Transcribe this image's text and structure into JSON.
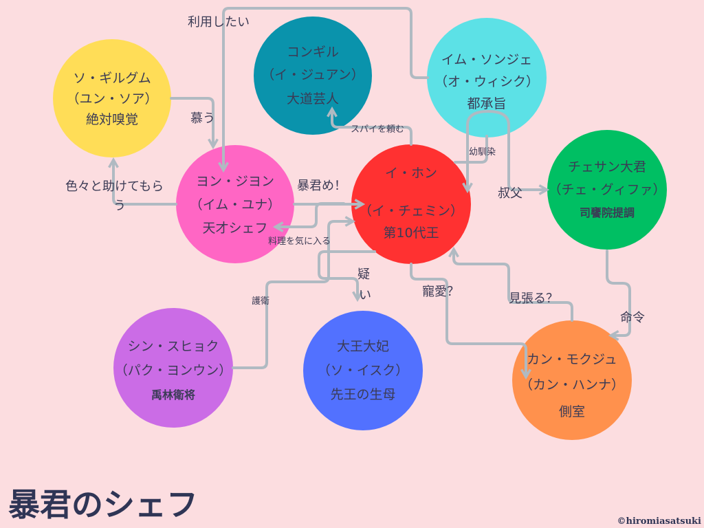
{
  "title": "暴君のシェフ",
  "credit": "©hiromiasatsuki",
  "nodes": {
    "gilgeum": {
      "l1": "ソ・ギルグム",
      "l2": "（ユン・ソア）",
      "l3": "絶対嗅覚",
      "color": "#FFDD57"
    },
    "kongil": {
      "l1": "コンギル",
      "l2": "（イ・ジュアン）",
      "l3": "大道芸人",
      "color": "#0A93AC"
    },
    "sonje": {
      "l1": "イム・ソンジェ",
      "l2": "（オ・ウィシク）",
      "l3": "都承旨",
      "color": "#5CE1E6"
    },
    "jiyong": {
      "l1": "ヨン・ジヨン",
      "l2": "（イム・ユナ）",
      "l3": "天才シェフ",
      "color": "#FF66C4"
    },
    "hong": {
      "l1": "イ・ホン",
      "l2": "（イ・チェミン）",
      "l3": "第10代王",
      "color": "#FF3131"
    },
    "chesan": {
      "l1": "チェサン大君",
      "l2": "（チェ・グィファ）",
      "l3": "司饔院提調",
      "color": "#00BF63"
    },
    "suhyok": {
      "l1": "シン・スヒョク",
      "l2": "（パク・ヨンウン）",
      "l3": "禹林衛将",
      "color": "#CB6CE6"
    },
    "daebi": {
      "l1": "大王大妃",
      "l2": "（ソ・イスク）",
      "l3": "先王の生母",
      "color": "#5271FF"
    },
    "mokju": {
      "l1": "カン・モクジュ",
      "l2": "（カン・ハンナ）",
      "l3": "側室",
      "color": "#FF914D"
    }
  },
  "edges": {
    "use": "利用したい",
    "adore": "慕う",
    "help1": "色々と助けてもら",
    "help2": "う",
    "tyrant": "暴君め！",
    "likes": "料理を気に入る",
    "spy": "スパイを頼む",
    "friend": "幼馴染",
    "uncle": "叔父",
    "order": "命令",
    "watch": "見張る？",
    "favor": "寵愛？",
    "guard": "護衛",
    "doubt1": "疑",
    "doubt2": "い"
  }
}
